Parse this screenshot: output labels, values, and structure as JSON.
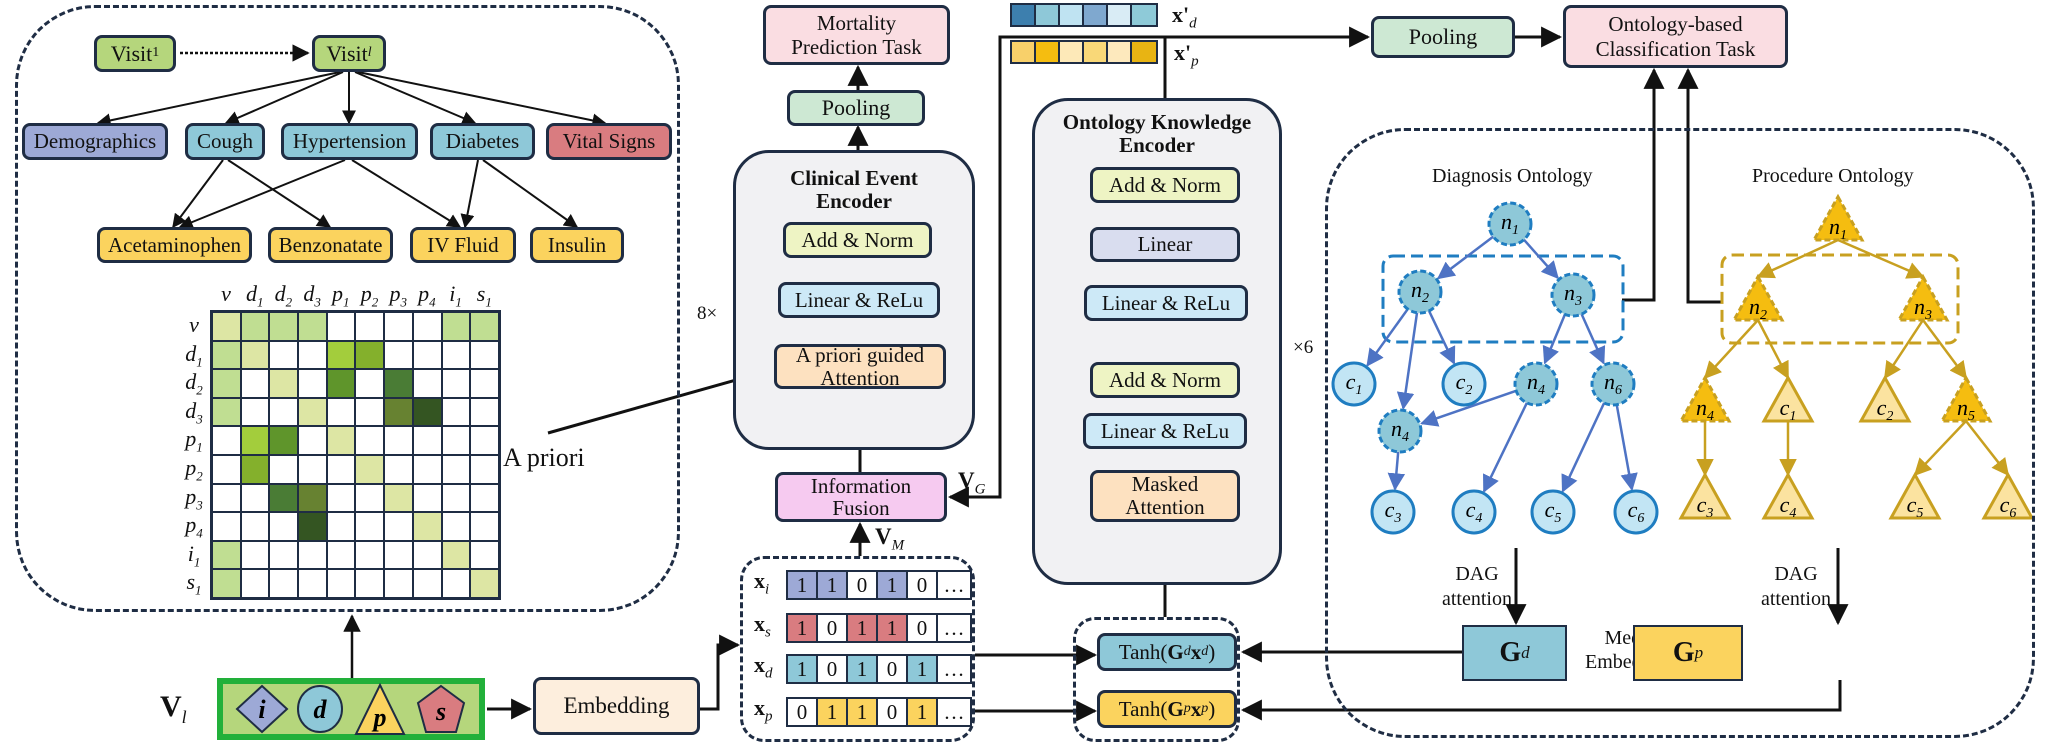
{
  "colors": {
    "visit": "#b5d67c",
    "demographics": "#9da9d6",
    "diagnosis": "#8ec8d8",
    "vital": "#d97c80",
    "medication": "#fbd35e",
    "task": "#fadde2",
    "pooling": "#cde8d3",
    "add_norm": "#eef4c4",
    "linear_relu": "#cde9f7",
    "linear": "#d9ddef",
    "attention": "#fde1c0",
    "fusion": "#f6caf0",
    "embedding": "#fdeedd",
    "encoder_bg": "#f1f1f3",
    "diag_node": "#8ec8d8",
    "diag_leaf": "#c2e5f4",
    "diag_stroke": "#1f7dc1",
    "proc_node": "#f5bd10",
    "proc_leaf": "#fbe3a0",
    "proc_stroke": "#c8a020",
    "edge_blue": "#4e73c4"
  },
  "visit_graph": {
    "visit_first": {
      "base": "Visit",
      "sub": "1"
    },
    "visit_last": {
      "base": "Visit",
      "sub": "l"
    },
    "categories": [
      "Demographics",
      "Cough",
      "Hypertension",
      "Diabetes",
      "Vital Signs"
    ],
    "medications": [
      "Acetaminophen",
      "Benzonatate",
      "IV Fluid",
      "Insulin"
    ]
  },
  "matrix": {
    "labels": [
      {
        "b": "v",
        "s": ""
      },
      {
        "b": "d",
        "s": "1"
      },
      {
        "b": "d",
        "s": "2"
      },
      {
        "b": "d",
        "s": "3"
      },
      {
        "b": "p",
        "s": "1"
      },
      {
        "b": "p",
        "s": "2"
      },
      {
        "b": "p",
        "s": "3"
      },
      {
        "b": "p",
        "s": "4"
      },
      {
        "b": "i",
        "s": "1"
      },
      {
        "b": "s",
        "s": "1"
      }
    ],
    "palette": [
      "#ffffff",
      "#dde6a4",
      "#c0de92",
      "#a3cd3c",
      "#84b02c",
      "#5f952b",
      "#4a7c35",
      "#678231",
      "#345522"
    ],
    "cells": [
      [
        1,
        2,
        2,
        2,
        0,
        0,
        0,
        0,
        2,
        2
      ],
      [
        2,
        1,
        0,
        0,
        3,
        4,
        0,
        0,
        0,
        0
      ],
      [
        2,
        0,
        1,
        0,
        5,
        0,
        6,
        0,
        0,
        0
      ],
      [
        2,
        0,
        0,
        1,
        0,
        0,
        7,
        8,
        0,
        0
      ],
      [
        0,
        3,
        5,
        0,
        1,
        0,
        0,
        0,
        0,
        0
      ],
      [
        0,
        4,
        0,
        0,
        0,
        1,
        0,
        0,
        0,
        0
      ],
      [
        0,
        0,
        6,
        7,
        0,
        0,
        1,
        0,
        0,
        0
      ],
      [
        0,
        0,
        0,
        8,
        0,
        0,
        0,
        1,
        0,
        0
      ],
      [
        2,
        0,
        0,
        0,
        0,
        0,
        0,
        0,
        1,
        0
      ],
      [
        2,
        0,
        0,
        0,
        0,
        0,
        0,
        0,
        0,
        1
      ]
    ]
  },
  "a_priori_label": "A priori",
  "input": {
    "label": "V",
    "label_sub": "l",
    "icons": [
      {
        "name": "diamond",
        "letter": "i"
      },
      {
        "name": "circle",
        "letter": "d"
      },
      {
        "name": "triangle",
        "letter": "p"
      },
      {
        "name": "pentagon",
        "letter": "s"
      }
    ]
  },
  "embedding_label": "Embedding",
  "vectors": [
    {
      "name": "x",
      "sub": "i",
      "values": [
        "1",
        "1",
        "0",
        "1",
        "0",
        "…"
      ],
      "fill": [
        1,
        1,
        0,
        1,
        0,
        0
      ],
      "color": "#9da9d6"
    },
    {
      "name": "x",
      "sub": "s",
      "values": [
        "1",
        "0",
        "1",
        "1",
        "0",
        "…"
      ],
      "fill": [
        1,
        0,
        1,
        1,
        0,
        0
      ],
      "color": "#d97c80"
    },
    {
      "name": "x",
      "sub": "d",
      "values": [
        "1",
        "0",
        "1",
        "0",
        "1",
        "…"
      ],
      "fill": [
        1,
        0,
        1,
        0,
        1,
        0
      ],
      "color": "#8ec8d8"
    },
    {
      "name": "x",
      "sub": "p",
      "values": [
        "0",
        "1",
        "1",
        "0",
        "1",
        "…"
      ],
      "fill": [
        0,
        1,
        1,
        0,
        1,
        0
      ],
      "color": "#fbd35e"
    }
  ],
  "clinical_encoder": {
    "title_line1": "Clinical  Event",
    "title_line2": "Encoder",
    "repeat": "8×",
    "add_norm": "Add & Norm",
    "linear_relu": "Linear & ReLu",
    "attention_line1": "A  priori guided",
    "attention_line2": "Attention"
  },
  "fusion": {
    "line1": "Information",
    "line2": "Fusion"
  },
  "v_m": {
    "base": "V",
    "sub": "M"
  },
  "v_g": {
    "base": "V",
    "sub": "G"
  },
  "pooling_center": "Pooling",
  "mortality": {
    "line1": "Mortality",
    "line2": "Prediction Task"
  },
  "ontology_encoder": {
    "title_line1": "Ontology  Knowledge",
    "title_line2": "Encoder",
    "repeat": "×6",
    "add_norm_top": "Add & Norm",
    "linear": "Linear",
    "linear_relu_top": "Linear & ReLu",
    "add_norm_bottom": "Add & Norm",
    "linear_relu_bottom": "Linear & ReLu",
    "masked_line1": "Masked",
    "masked_line2": "Attention"
  },
  "embedded_bars": {
    "d": {
      "label": "x'",
      "sub": "d",
      "colors": [
        "#3d7fae",
        "#8ec8d8",
        "#bfe3f2",
        "#7fa8cf",
        "#d9ecf5",
        "#8ecad8"
      ]
    },
    "p": {
      "label": "x'",
      "sub": "p",
      "colors": [
        "#f8d06a",
        "#f5bd10",
        "#fde9b8",
        "#f9d878",
        "#fde9bd",
        "#e8b413"
      ]
    }
  },
  "tanh": {
    "d": {
      "pre": "Tanh(",
      "G": "G",
      "gsub": "d",
      "x": "x",
      "xsub": "d",
      "post": " )"
    },
    "p": {
      "pre": "Tanh(",
      "G": "G",
      "gsub": "p",
      "x": "x",
      "xsub": "p",
      "post": " )"
    }
  },
  "pooling_right": "Pooling",
  "classification": {
    "line1": "Ontology-based",
    "line2": "Classification Task"
  },
  "ontology": {
    "diagnosis_title": "Diagnosis Ontology",
    "procedure_title": "Procedure Ontology",
    "diag_nodes": [
      {
        "id": "n1",
        "b": "n",
        "s": "1",
        "type": "internal"
      },
      {
        "id": "n2",
        "b": "n",
        "s": "2",
        "type": "internal"
      },
      {
        "id": "n3",
        "b": "n",
        "s": "3",
        "type": "internal"
      },
      {
        "id": "c1",
        "b": "c",
        "s": "1",
        "type": "leaf"
      },
      {
        "id": "c2",
        "b": "c",
        "s": "2",
        "type": "leaf"
      },
      {
        "id": "n4a",
        "b": "n",
        "s": "4",
        "type": "internal"
      },
      {
        "id": "n6",
        "b": "n",
        "s": "6",
        "type": "internal"
      },
      {
        "id": "n4b",
        "b": "n",
        "s": "4",
        "type": "internal"
      },
      {
        "id": "c3",
        "b": "c",
        "s": "3",
        "type": "leaf"
      },
      {
        "id": "c4",
        "b": "c",
        "s": "4",
        "type": "leaf"
      },
      {
        "id": "c5",
        "b": "c",
        "s": "5",
        "type": "leaf"
      },
      {
        "id": "c6",
        "b": "c",
        "s": "6",
        "type": "leaf"
      }
    ],
    "diag_edges": [
      [
        "n1",
        "n2"
      ],
      [
        "n1",
        "n3"
      ],
      [
        "n2",
        "c1"
      ],
      [
        "n2",
        "n4b"
      ],
      [
        "n2",
        "c2"
      ],
      [
        "n3",
        "n4a"
      ],
      [
        "n3",
        "n6"
      ],
      [
        "n4a",
        "n4b"
      ],
      [
        "n4a",
        "c4"
      ],
      [
        "n4b",
        "c3"
      ],
      [
        "n6",
        "c5"
      ],
      [
        "n6",
        "c6"
      ]
    ],
    "proc_nodes": [
      {
        "id": "n1",
        "b": "n",
        "s": "1",
        "type": "internal"
      },
      {
        "id": "n2",
        "b": "n",
        "s": "2",
        "type": "internal"
      },
      {
        "id": "n3",
        "b": "n",
        "s": "3",
        "type": "internal"
      },
      {
        "id": "n4",
        "b": "n",
        "s": "4",
        "type": "internal"
      },
      {
        "id": "c1",
        "b": "c",
        "s": "1",
        "type": "leaf"
      },
      {
        "id": "c2",
        "b": "c",
        "s": "2",
        "type": "leaf"
      },
      {
        "id": "n5",
        "b": "n",
        "s": "5",
        "type": "internal"
      },
      {
        "id": "c3",
        "b": "c",
        "s": "3",
        "type": "leaf"
      },
      {
        "id": "c4",
        "b": "c",
        "s": "4",
        "type": "leaf"
      },
      {
        "id": "c5",
        "b": "c",
        "s": "5",
        "type": "leaf"
      },
      {
        "id": "c6",
        "b": "c",
        "s": "6",
        "type": "leaf"
      }
    ],
    "proc_edges": [
      [
        "n1",
        "n2"
      ],
      [
        "n1",
        "n3"
      ],
      [
        "n2",
        "n4"
      ],
      [
        "n2",
        "c1"
      ],
      [
        "n3",
        "c2"
      ],
      [
        "n3",
        "n5"
      ],
      [
        "n4",
        "c3"
      ],
      [
        "c1",
        "c4"
      ],
      [
        "n5",
        "c5"
      ],
      [
        "n5",
        "c6"
      ]
    ],
    "dag_label_line1": "DAG",
    "dag_label_line2": "attention",
    "gd": {
      "base": "G",
      "sub": "d"
    },
    "gp": {
      "base": "G",
      "sub": "p"
    },
    "matrix_label_line1": "Medical Code",
    "matrix_label_line2": "Embedding Matrix"
  }
}
